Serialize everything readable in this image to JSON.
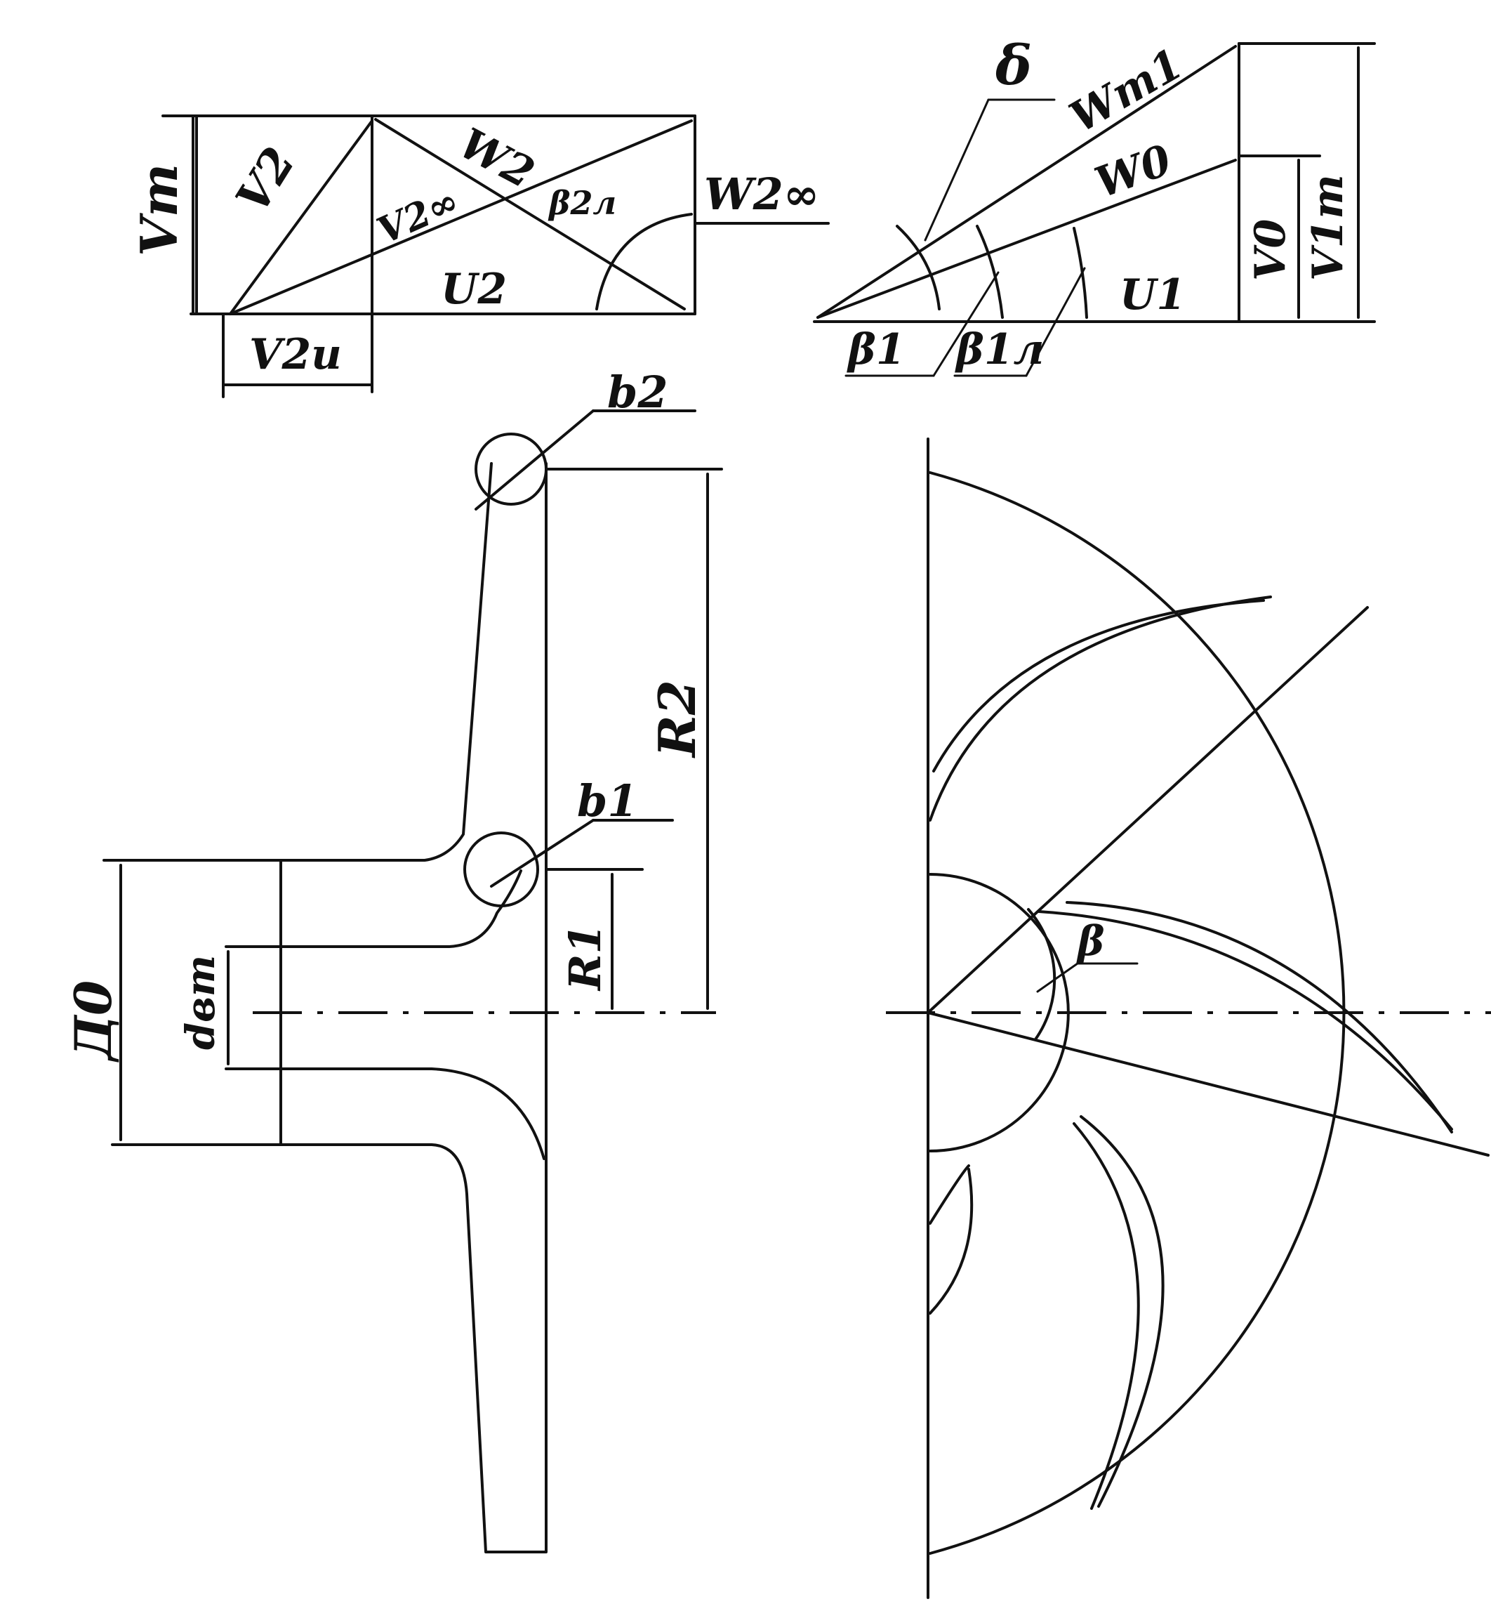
{
  "labels": {
    "v_m": "Vm",
    "v_2": "V2",
    "v_2inf": "V2∞",
    "w_2": "W2",
    "beta_2l": "β2л",
    "w_2inf": "W2∞",
    "u_2": "U2",
    "v_2u": "V2u",
    "delta": "δ",
    "w_m1": "Wm1",
    "w_0": "W0",
    "v_0": "V0",
    "v_1m": "V1m",
    "u_1": "U1",
    "beta_1": "β1",
    "beta_1l": "β1л",
    "b_2": "b2",
    "r_2": "R2",
    "b_1": "b1",
    "r_1": "R1",
    "d_0": "Д0",
    "d_vt": "dвт",
    "beta": "β"
  }
}
